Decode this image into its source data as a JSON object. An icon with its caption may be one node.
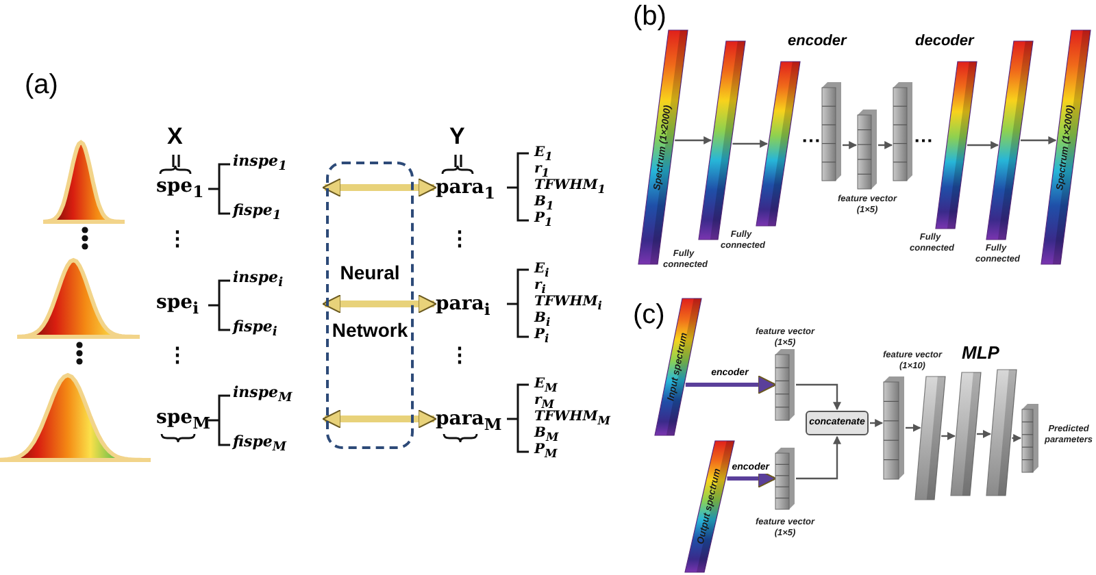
{
  "diagram": {
    "nodes": [
      {
        "text": [
          "Neural Network"
        ]
      },
      {
        "text": [
          "para$_{1}$"
        ]
      },
      {
        "text": [
          "para$_{i}$"
        ]
      },
      {
        "text": [
          "para$_{M}$"
        ]
      },
      {
        "text": [
          "Spectrum (1×2000)"
        ],
        "beside": [
          "Fully connected"
        ]
      },
      {
        "text": [],
        "shape": "bar",
        "beside": [
          "Fully connected"
        ]
      },
      {
        "text": [],
        "shape": "bar"
      },
      {
        "text": [],
        "shape": "box"
      },
      {
        "text": [],
        "shape": "box",
        "beside": [
          "feature vector (1×5)"
        ]
      },
      {
        "text": [],
        "shape": "box"
      },
      {
        "text": [],
        "shape": "bar",
        "beside": [
          "Fully connected"
        ]
      },
      {
        "text": [],
        "shape": "bar",
        "beside": [
          "Fully connected"
        ]
      },
      {
        "text": [
          "Spectrum (1×2000)"
        ]
      },
      {
        "text": [
          "Input spectrum"
        ]
      },
      {
        "text": [
          "Output spectrum"
        ]
      },
      {
        "text": [],
        "shape": "box",
        "beside": [
          "feature vector (1×5)"
        ]
      },
      {
        "text": [],
        "shape": "box",
        "beside": [
          "feature vector (1×5)"
        ]
      },
      {
        "text": [
          "concatenate"
        ]
      },
      {
        "text": [],
        "shape": "box",
        "beside": [
          "feature vector (1×10)"
        ]
      },
      {
        "text": [],
        "shape": "bar"
      },
      {
        "text": [],
        "shape": "bar"
      },
      {
        "text": [],
        "shape": "bar"
      },
      {
        "text": [],
        "shape": "box",
        "beside": [
          "Predicted parameters"
        ]
      }
    ],
    "edges": [
      {
        "from": 0,
        "to": 1,
        "arrow": "both",
        "style": "thick",
        "color": "#e8d27a"
      },
      {
        "from": 0,
        "to": 2,
        "arrow": "both",
        "style": "thick",
        "color": "#e8d27a"
      },
      {
        "from": 0,
        "to": 3,
        "arrow": "both",
        "style": "thick",
        "color": "#e8d27a"
      },
      {
        "from": 4,
        "to": 5,
        "arrow": "to"
      },
      {
        "from": 5,
        "to": 6,
        "arrow": "to"
      },
      {
        "from": 7,
        "to": 8,
        "arrow": "to"
      },
      {
        "from": 8,
        "to": 9,
        "arrow": "to"
      },
      {
        "from": 10,
        "to": 11,
        "arrow": "to"
      },
      {
        "from": 11,
        "to": 12,
        "arrow": "to"
      },
      {
        "from": 13,
        "to": 15,
        "arrow": "to",
        "label": "encoder",
        "style": "thick",
        "color": "#5a3f9a"
      },
      {
        "from": 14,
        "to": 16,
        "arrow": "to",
        "label": "encoder",
        "style": "thick",
        "color": "#5a3f9a"
      },
      {
        "from": 15,
        "to": 17,
        "arrow": "to"
      },
      {
        "from": 16,
        "to": 17,
        "arrow": "to"
      },
      {
        "from": 17,
        "to": 18,
        "arrow": "to"
      },
      {
        "from": 18,
        "to": 19,
        "arrow": "to"
      },
      {
        "from": 19,
        "to": 20,
        "arrow": "to"
      },
      {
        "from": 20,
        "to": 21,
        "arrow": "to"
      },
      {
        "from": 21,
        "to": 22,
        "arrow": "to"
      }
    ],
    "labels": [
      "(a)",
      "X",
      "Y",
      "spe$_{1}$",
      "inspe$_{1}$",
      "fispe$_{1}$",
      "E$_{1}$",
      "r$_{1}$",
      "TFWHM$_{1}$",
      "B$_{1}$",
      "P$_{1}$",
      "⋮",
      "⋮",
      "spe$_{i}$",
      "inspe$_{i}$",
      "fispe$_{i}$",
      "E$_{i}$",
      "r$_{i}$",
      "TFWHM$_{i}$",
      "B$_{i}$",
      "P$_{i}$",
      "⋮",
      "⋮",
      "spe$_{M}$",
      "inspe$_{M}$",
      "fispe$_{M}$",
      "E$_{M}$",
      "r$_{M}$",
      "TFWHM$_{M}$",
      "B$_{M}$",
      "P$_{M}$",
      "(b)",
      "encoder",
      "decoder",
      "⋯",
      "⋯",
      "(c)",
      "MLP"
    ]
  }
}
